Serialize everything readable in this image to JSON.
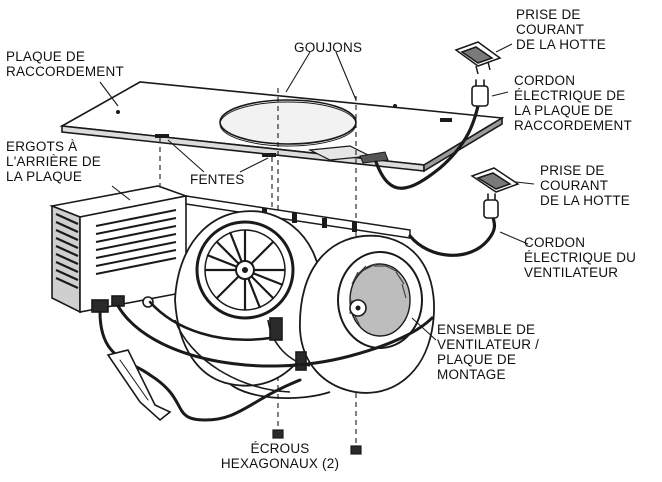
{
  "labels": {
    "plaque": [
      "PLAQUE DE",
      "RACCORDEMENT"
    ],
    "goujons": [
      "GOUJONS"
    ],
    "prise_top": [
      "PRISE DE",
      "COURANT",
      "DE LA HOTTE"
    ],
    "cordon_plaque": [
      "CORDON",
      "ÉLECTRIQUE DE",
      "LA PLAQUE DE",
      "RACCORDEMENT"
    ],
    "ergots": [
      "ERGOTS À",
      "L'ARRIÈRE DE",
      "LA PLAQUE"
    ],
    "fentes": [
      "FENTES"
    ],
    "prise_mid": [
      "PRISE DE",
      "COURANT",
      "DE LA HOTTE"
    ],
    "cordon_vent": [
      "CORDON",
      "ÉLECTRIQUE DU",
      "VENTILATEUR"
    ],
    "ensemble": [
      "ENSEMBLE DE",
      "VENTILATEUR /",
      "PLAQUE DE",
      "MONTAGE"
    ],
    "ecrous": [
      "ÉCROUS",
      "HEXAGONAUX (2)"
    ]
  },
  "colors": {
    "ink": "#111111",
    "line": "#1a1a1a",
    "shade": "#bdbdbd",
    "shade_dark": "#6f6f6f",
    "paper": "#ffffff"
  }
}
